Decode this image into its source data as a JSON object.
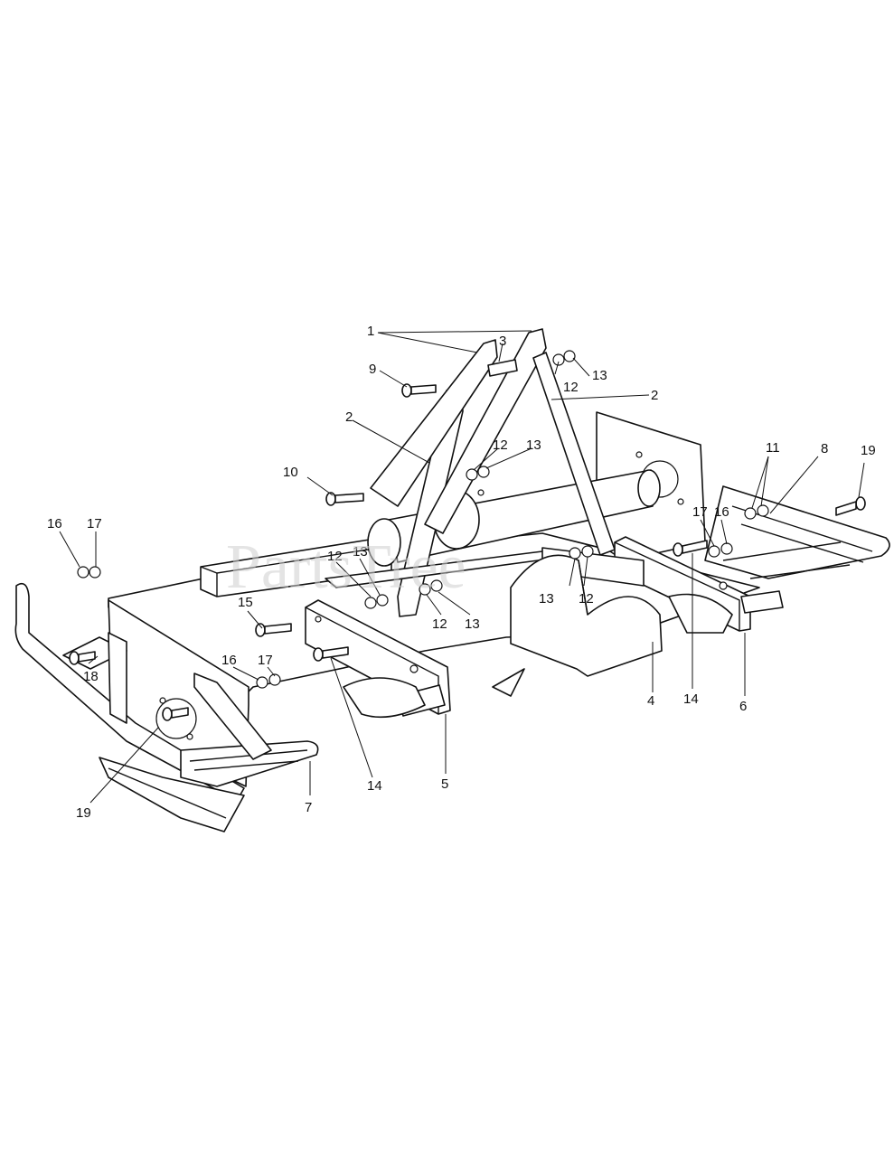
{
  "watermark": "PartsTree",
  "callouts": [
    {
      "id": "c1",
      "label": "1"
    },
    {
      "id": "c2a",
      "label": "2"
    },
    {
      "id": "c2b",
      "label": "2"
    },
    {
      "id": "c3",
      "label": "3"
    },
    {
      "id": "c4",
      "label": "4"
    },
    {
      "id": "c5",
      "label": "5"
    },
    {
      "id": "c6",
      "label": "6"
    },
    {
      "id": "c7",
      "label": "7"
    },
    {
      "id": "c8",
      "label": "8"
    },
    {
      "id": "c9",
      "label": "9"
    },
    {
      "id": "c10",
      "label": "10"
    },
    {
      "id": "c11",
      "label": "11"
    },
    {
      "id": "c12a",
      "label": "12"
    },
    {
      "id": "c12b",
      "label": "12"
    },
    {
      "id": "c12c",
      "label": "12"
    },
    {
      "id": "c12d",
      "label": "12"
    },
    {
      "id": "c12e",
      "label": "12"
    },
    {
      "id": "c13a",
      "label": "13"
    },
    {
      "id": "c13b",
      "label": "13"
    },
    {
      "id": "c13c",
      "label": "13"
    },
    {
      "id": "c13d",
      "label": "13"
    },
    {
      "id": "c13e",
      "label": "13"
    },
    {
      "id": "c14a",
      "label": "14"
    },
    {
      "id": "c14b",
      "label": "14"
    },
    {
      "id": "c15",
      "label": "15"
    },
    {
      "id": "c16a",
      "label": "16"
    },
    {
      "id": "c16b",
      "label": "16"
    },
    {
      "id": "c16c",
      "label": "16"
    },
    {
      "id": "c17a",
      "label": "17"
    },
    {
      "id": "c17b",
      "label": "17"
    },
    {
      "id": "c17c",
      "label": "17"
    },
    {
      "id": "c18",
      "label": "18"
    },
    {
      "id": "c19a",
      "label": "19"
    },
    {
      "id": "c19b",
      "label": "19"
    }
  ]
}
